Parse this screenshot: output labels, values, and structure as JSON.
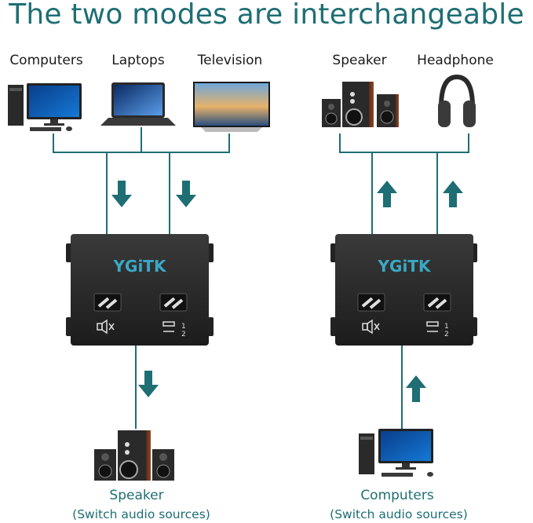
{
  "title": "The two modes are interchangeable",
  "left": {
    "inputs": [
      {
        "label": "Computers",
        "icon": "desktop-computer-icon"
      },
      {
        "label": "Laptops",
        "icon": "laptop-icon"
      },
      {
        "label": "Television",
        "icon": "television-icon"
      }
    ],
    "switch_brand": "YGiTK",
    "output_label": "Speaker",
    "output_sub": "(Switch audio sources)"
  },
  "right": {
    "outputs": [
      {
        "label": "Speaker",
        "icon": "speaker-icon"
      },
      {
        "label": "Headphone",
        "icon": "headphone-icon"
      }
    ],
    "switch_brand": "YGiTK",
    "input_label": "Computers",
    "input_sub": "(Switch audio sources)"
  },
  "button_labels": {
    "one": "1",
    "two": "2"
  },
  "colors": {
    "line": "#1e6e74",
    "arrow": "#1e6e74",
    "box": "#2b2b2b",
    "brand": "#3aa8c4"
  }
}
